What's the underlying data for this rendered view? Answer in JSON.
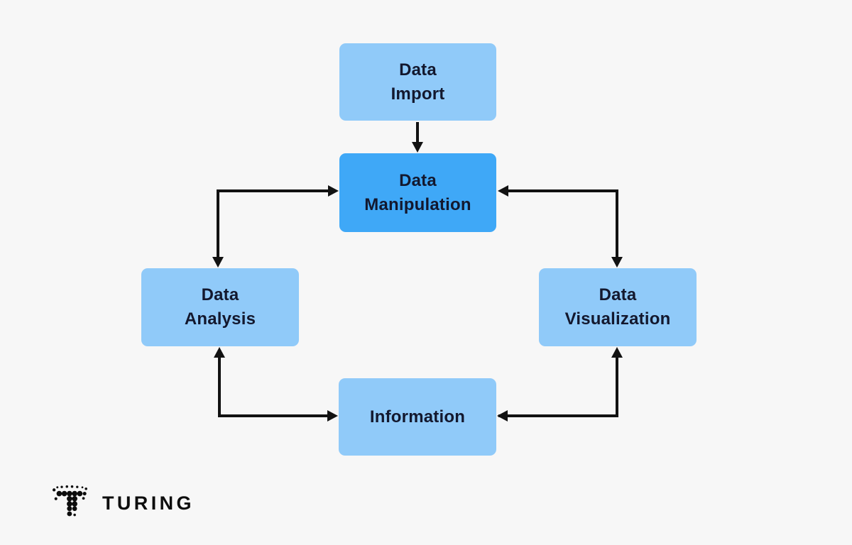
{
  "nodes": {
    "data_import": {
      "line1": "Data",
      "line2": "Import"
    },
    "data_manipulation": {
      "line1": "Data",
      "line2": "Manipulation"
    },
    "data_analysis": {
      "line1": "Data",
      "line2": "Analysis"
    },
    "data_visualization": {
      "line1": "Data",
      "line2": "Visualization"
    },
    "information": {
      "line1": "Information"
    }
  },
  "edges": [
    {
      "from": "data_import",
      "to": "data_manipulation",
      "arrows": "single"
    },
    {
      "from": "data_manipulation",
      "to": "data_analysis",
      "arrows": "double"
    },
    {
      "from": "data_manipulation",
      "to": "data_visualization",
      "arrows": "double"
    },
    {
      "from": "data_analysis",
      "to": "information",
      "arrows": "double"
    },
    {
      "from": "data_visualization",
      "to": "information",
      "arrows": "double"
    }
  ],
  "colors": {
    "background": "#f7f7f7",
    "node_light": "#90caf9",
    "node_primary": "#3fa8f7",
    "node_text": "#13182e",
    "arrow": "#121212",
    "logo": "#0d0d0d"
  },
  "logo": {
    "wordmark": "TURING",
    "mark": "dot-matrix-t-icon"
  }
}
